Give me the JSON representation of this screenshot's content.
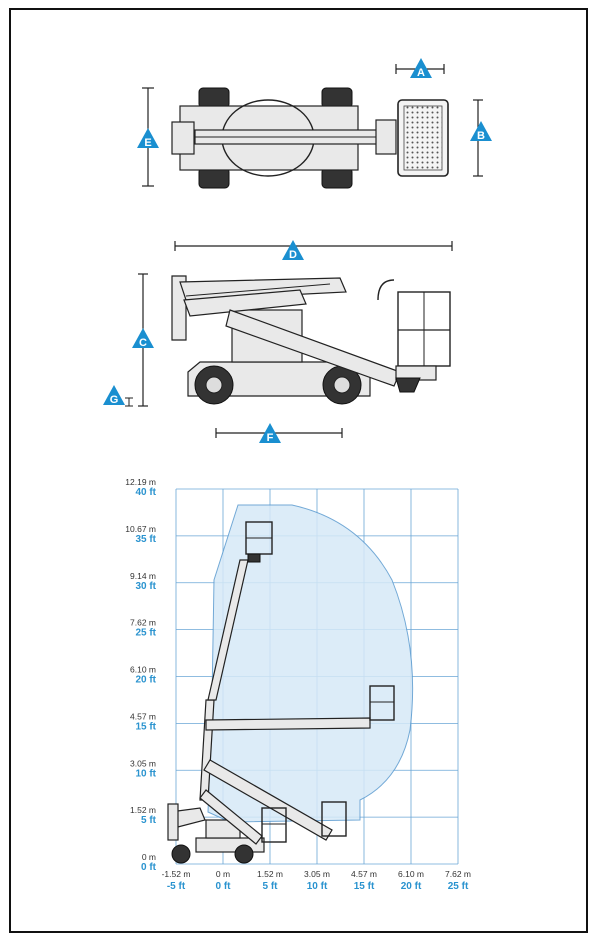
{
  "dimension_labels": [
    "A",
    "B",
    "C",
    "D",
    "E",
    "F",
    "G"
  ],
  "colors": {
    "accent": "#1a8fd0",
    "envelope_fill": "#d6e9f7",
    "envelope_stroke": "#5b9bd0",
    "grid": "#6aa6d6"
  },
  "chart_data": {
    "type": "diagram",
    "y_ticks": [
      {
        "m": "12.19 m",
        "ft": "40 ft"
      },
      {
        "m": "10.67 m",
        "ft": "35 ft"
      },
      {
        "m": "9.14 m",
        "ft": "30 ft"
      },
      {
        "m": "7.62 m",
        "ft": "25 ft"
      },
      {
        "m": "6.10 m",
        "ft": "20 ft"
      },
      {
        "m": "4.57 m",
        "ft": "15 ft"
      },
      {
        "m": "3.05 m",
        "ft": "10 ft"
      },
      {
        "m": "1.52 m",
        "ft": "5 ft"
      },
      {
        "m": "0 m",
        "ft": "0 ft"
      }
    ],
    "x_ticks": [
      {
        "m": "-1.52 m",
        "ft": "-5 ft"
      },
      {
        "m": "0 m",
        "ft": "0 ft"
      },
      {
        "m": "1.52 m",
        "ft": "5 ft"
      },
      {
        "m": "3.05 m",
        "ft": "10 ft"
      },
      {
        "m": "4.57 m",
        "ft": "15 ft"
      },
      {
        "m": "6.10 m",
        "ft": "20 ft"
      },
      {
        "m": "7.62 m",
        "ft": "25 ft"
      }
    ]
  }
}
